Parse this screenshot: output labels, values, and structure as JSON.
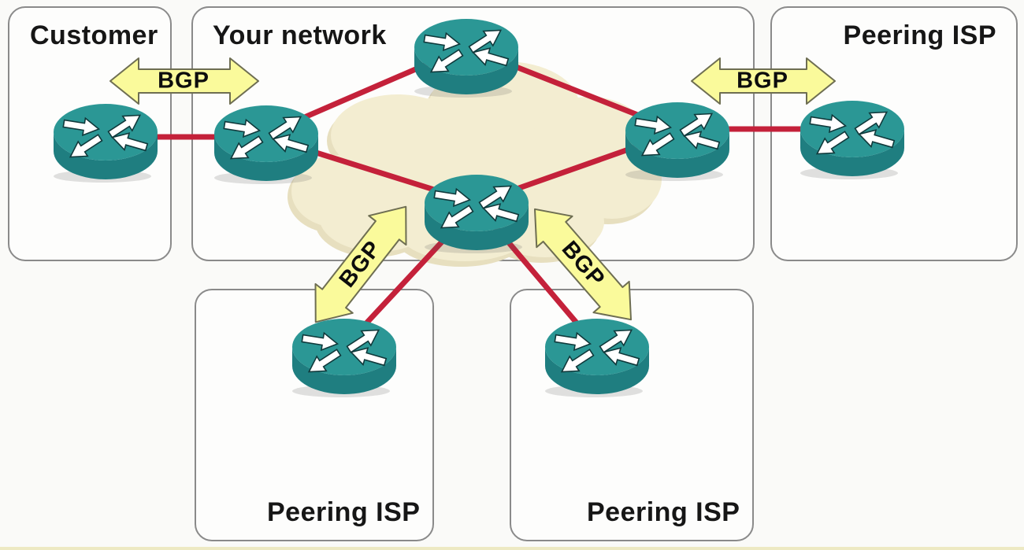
{
  "regions": {
    "customer": {
      "label": "Customer"
    },
    "your_network": {
      "label": "Your network"
    },
    "peering_isp_right": {
      "label": "Peering ISP"
    },
    "peering_isp_bottom_left": {
      "label": "Peering ISP"
    },
    "peering_isp_bottom_right": {
      "label": "Peering ISP"
    }
  },
  "bgp_labels": {
    "left": "BGP",
    "right": "BGP",
    "bottom_left": "BGP",
    "bottom_right": "BGP"
  },
  "colors": {
    "router_top": "#2b9795",
    "router_side": "#1f7e80",
    "link_red": "#c4213a",
    "arrow_yellow": "#fafa9b",
    "arrow_outline": "#6e6e52",
    "cloud_fill": "#f3edd1",
    "cloud_shadow": "#e7dfbf",
    "box_border": "#8a8a8a"
  },
  "topology": {
    "nodes": [
      {
        "id": "customer-router",
        "region": "Customer"
      },
      {
        "id": "your-network-left-router",
        "region": "Your network"
      },
      {
        "id": "your-network-top-router",
        "region": "Your network"
      },
      {
        "id": "your-network-right-router",
        "region": "Your network"
      },
      {
        "id": "your-network-bottom-router",
        "region": "Your network"
      },
      {
        "id": "peering-isp-right-router",
        "region": "Peering ISP (right)"
      },
      {
        "id": "peering-isp-bottom-left-router",
        "region": "Peering ISP (bottom left)"
      },
      {
        "id": "peering-isp-bottom-right-router",
        "region": "Peering ISP (bottom right)"
      }
    ],
    "red_links": [
      [
        "customer-router",
        "your-network-left-router"
      ],
      [
        "your-network-left-router",
        "your-network-top-router"
      ],
      [
        "your-network-top-router",
        "your-network-right-router"
      ],
      [
        "your-network-left-router",
        "your-network-bottom-router"
      ],
      [
        "your-network-bottom-router",
        "your-network-right-router"
      ],
      [
        "your-network-right-router",
        "peering-isp-right-router"
      ],
      [
        "your-network-bottom-router",
        "peering-isp-bottom-left-router"
      ],
      [
        "your-network-bottom-router",
        "peering-isp-bottom-right-router"
      ]
    ],
    "bgp_sessions": [
      [
        "customer-router",
        "your-network-left-router"
      ],
      [
        "your-network-right-router",
        "peering-isp-right-router"
      ],
      [
        "your-network-bottom-router",
        "peering-isp-bottom-left-router"
      ],
      [
        "your-network-bottom-router",
        "peering-isp-bottom-right-router"
      ]
    ]
  }
}
